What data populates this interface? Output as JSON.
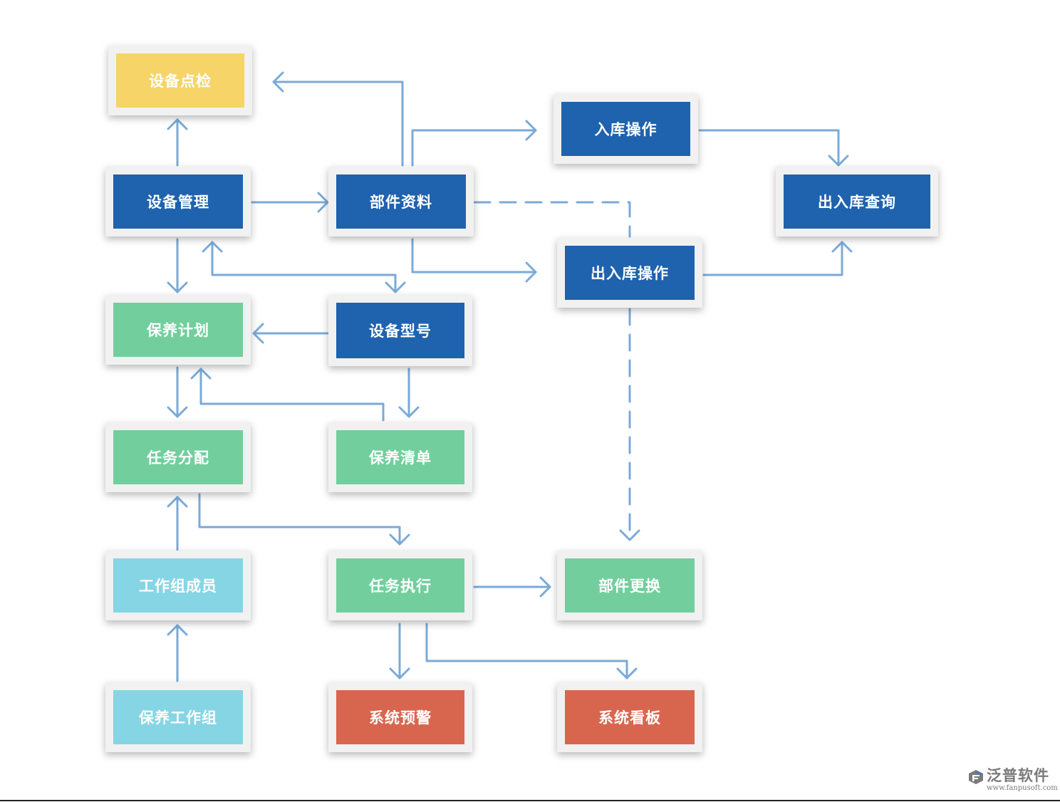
{
  "colors": {
    "blue": "#1f62ad",
    "green": "#72cf9d",
    "yellow": "#f6d468",
    "cyan": "#86d5e5",
    "red": "#d8664e",
    "connector": "#7aaad8",
    "frame": "#f1f1f1"
  },
  "nodes": [
    {
      "id": "shebei-dianjian",
      "label": "设备点检",
      "color": "yellow"
    },
    {
      "id": "shebei-guanli",
      "label": "设备管理",
      "color": "blue"
    },
    {
      "id": "bujian-ziliao",
      "label": "部件资料",
      "color": "blue"
    },
    {
      "id": "ruku-caozuo",
      "label": "入库操作",
      "color": "blue"
    },
    {
      "id": "churuku-chaxun",
      "label": "出入库查询",
      "color": "blue"
    },
    {
      "id": "churuku-caozuo",
      "label": "出入库操作",
      "color": "blue"
    },
    {
      "id": "baoyang-jihua",
      "label": "保养计划",
      "color": "green"
    },
    {
      "id": "shebei-xinghao",
      "label": "设备型号",
      "color": "blue"
    },
    {
      "id": "renwu-fenpei",
      "label": "任务分配",
      "color": "green"
    },
    {
      "id": "baoyang-qingdan",
      "label": "保养清单",
      "color": "green"
    },
    {
      "id": "gongzuozu-chengyuan",
      "label": "工作组成员",
      "color": "cyan"
    },
    {
      "id": "renwu-zhixing",
      "label": "任务执行",
      "color": "green"
    },
    {
      "id": "bujian-genghuan",
      "label": "部件更换",
      "color": "green"
    },
    {
      "id": "baoyang-gongzuozu",
      "label": "保养工作组",
      "color": "cyan"
    },
    {
      "id": "xitong-yujing",
      "label": "系统预警",
      "color": "red"
    },
    {
      "id": "xitong-kanban",
      "label": "系统看板",
      "color": "red"
    }
  ],
  "edges": [
    {
      "from": "shebei-guanli",
      "to": "shebei-dianjian",
      "style": "solid"
    },
    {
      "from": "bujian-ziliao",
      "to": "shebei-dianjian",
      "style": "solid"
    },
    {
      "from": "shebei-guanli",
      "to": "bujian-ziliao",
      "style": "solid"
    },
    {
      "from": "bujian-ziliao",
      "to": "ruku-caozuo",
      "style": "solid"
    },
    {
      "from": "ruku-caozuo",
      "to": "churuku-chaxun",
      "style": "solid"
    },
    {
      "from": "bujian-ziliao",
      "to": "churuku-caozuo",
      "style": "solid"
    },
    {
      "from": "churuku-caozuo",
      "to": "churuku-chaxun",
      "style": "solid"
    },
    {
      "from": "bujian-ziliao",
      "to": "bujian-genghuan",
      "style": "dashed"
    },
    {
      "from": "shebei-guanli",
      "to": "baoyang-jihua",
      "style": "solid"
    },
    {
      "from": "shebei-guanli",
      "to": "shebei-xinghao",
      "style": "solid",
      "bidirectional": true
    },
    {
      "from": "shebei-xinghao",
      "to": "baoyang-jihua",
      "style": "solid"
    },
    {
      "from": "shebei-xinghao",
      "to": "baoyang-qingdan",
      "style": "solid"
    },
    {
      "from": "baoyang-jihua",
      "to": "renwu-fenpei",
      "style": "solid"
    },
    {
      "from": "baoyang-qingdan",
      "to": "baoyang-jihua",
      "style": "solid"
    },
    {
      "from": "renwu-fenpei",
      "to": "renwu-zhixing",
      "style": "solid"
    },
    {
      "from": "gongzuozu-chengyuan",
      "to": "renwu-fenpei",
      "style": "solid"
    },
    {
      "from": "baoyang-gongzuozu",
      "to": "gongzuozu-chengyuan",
      "style": "solid"
    },
    {
      "from": "renwu-zhixing",
      "to": "bujian-genghuan",
      "style": "solid"
    },
    {
      "from": "renwu-zhixing",
      "to": "xitong-yujing",
      "style": "solid"
    },
    {
      "from": "renwu-zhixing",
      "to": "xitong-kanban",
      "style": "solid"
    }
  ],
  "watermark": {
    "brand": "泛普软件",
    "url": "www.fanpusoft.com"
  }
}
